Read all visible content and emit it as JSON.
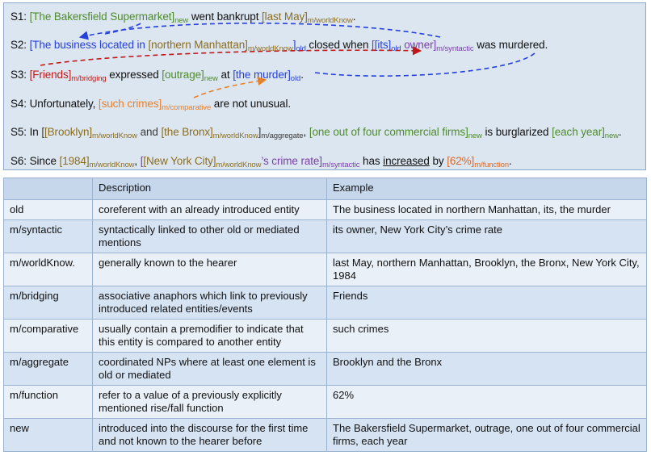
{
  "sentences": {
    "s1": {
      "label": "S1:",
      "m1": "[The Bakersfield Supermarket]",
      "m1_tag": "new",
      "t1": " went bankrupt ",
      "m2": "[last May]",
      "m2_tag": "m/worldKnow",
      "end": "."
    },
    "s2": {
      "label": "S2:",
      "m1": "[The business located in ",
      "m2": "[northern Manhattan]",
      "m2_tag": "m/worldKnow",
      "m1_close": "]",
      "m1_tag": "old",
      "t1": " closed when ",
      "m3_open": "[",
      "m4": "[its]",
      "m4_tag": "old",
      "m3_rest": " owner]",
      "m3_tag": "m/syntactic",
      "t2": " was murdered."
    },
    "s3": {
      "label": "S3:",
      "m1": "[Friends]",
      "m1_tag": "m/bridging",
      "t1": " expressed ",
      "m2": "[outrage]",
      "m2_tag": "new",
      "t2": " at ",
      "m3": "[the murder]",
      "m3_tag": "old",
      "end": "."
    },
    "s4": {
      "label": "S4:",
      "t1": " Unfortunately, ",
      "m1": "[such crimes]",
      "m1_tag": "m/comparative",
      "t2": " are not unusual."
    },
    "s5": {
      "label": "S5:",
      "t1": " In  ",
      "agg_open": "[",
      "m1": "[Brooklyn]",
      "m1_tag": "m/worldKnow",
      "t2": " and ",
      "m2": "[the Bronx]",
      "m2_tag": "m/worldKnow",
      "agg_close": "]",
      "agg_tag": "m/aggregate",
      "sep": ", ",
      "m3": "[one out of four commercial firms]",
      "m3_tag": "new",
      "t3": " is burglarized ",
      "m4": "[each year]",
      "m4_tag": "new",
      "end": "."
    },
    "s6": {
      "label": "S6:",
      "t1": " Since ",
      "m1": "[1984]",
      "m1_tag": "m/worldKnow",
      "sep": ", ",
      "m2_open": "[",
      "m3": "[New York City]",
      "m3_tag": "m/worldKnow",
      "m2_rest": "’s crime rate]",
      "m2_tag": "m/syntactic",
      "t2": " has ",
      "t3": "increased",
      "t4": " by ",
      "m4": "[62%]",
      "m4_tag": "m/function",
      "end": "."
    }
  },
  "colors": {
    "new": "#4e8b2d",
    "worldKnow": "#8c6d1f",
    "old": "#2641d9",
    "syntactic": "#7a3ea8",
    "bridging": "#c01818",
    "comparative": "#e8802a",
    "function": "#d9682a"
  },
  "table": {
    "headers": [
      "",
      "Description",
      "Example"
    ],
    "rows": [
      [
        "old",
        "coreferent with an already introduced entity",
        "The business located in northern Manhattan, its, the murder"
      ],
      [
        "m/syntactic",
        "syntactically linked to other old or mediated mentions",
        "its owner, New York City’s crime rate"
      ],
      [
        "m/worldKnow.",
        "generally known to the hearer",
        "last May, northern Manhattan, Brooklyn, the Bronx, New York City, 1984"
      ],
      [
        "m/bridging",
        "associative anaphors which link to previously introduced related entities/events",
        "Friends"
      ],
      [
        "m/comparative",
        "usually contain a premodifier to indicate that this entity is compared to another entity",
        "such crimes"
      ],
      [
        "m/aggregate",
        "coordinated NPs where at least one element is old or mediated",
        "Brooklyn and the Bronx"
      ],
      [
        "m/function",
        "refer to a value of a previously explicitly mentioned rise/fall function",
        "62%"
      ],
      [
        "new",
        "introduced into the discourse for the first time and not known to the hearer before",
        "The Bakersfield Supermarket, outrage, one out of four commercial firms, each year"
      ]
    ]
  }
}
